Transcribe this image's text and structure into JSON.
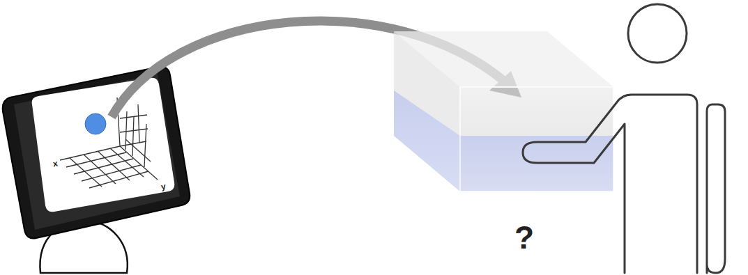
{
  "diagram": {
    "labels": [
      "x",
      "y",
      "?"
    ]
  }
}
